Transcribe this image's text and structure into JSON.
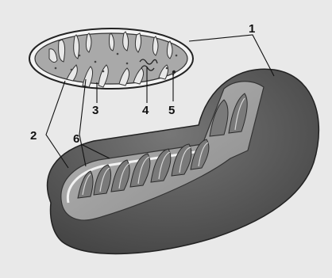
{
  "labels": {
    "l1": "1",
    "l2": "2",
    "l3": "3",
    "l4": "4",
    "l5": "5",
    "l6": "6"
  },
  "colors": {
    "paper": "#e9e9e9",
    "outer_membrane": "#5a5a5a",
    "inner_tone": "#9a9a9a",
    "cristae": "#7c7c7c",
    "ink": "#111111"
  }
}
